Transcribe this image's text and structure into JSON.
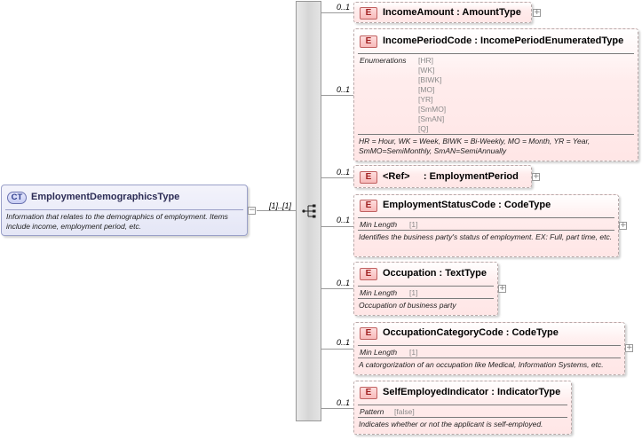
{
  "complex_type": {
    "badge": "CT",
    "name": "EmploymentDemographicsType",
    "description": "Information that relates to the demographics of employment. Items include income, employment period, etc.",
    "collapse_symbol": "−"
  },
  "sequence": {
    "cardinality": "[1]..[1]",
    "icon": "sequence-icon"
  },
  "colors": {
    "element_fill": "#ffe6e6",
    "element_badge": "#f7b9b9",
    "ct_fill": "#e4e6f6",
    "connector": "#9a9a9a"
  },
  "elements": [
    {
      "cardinality": "0..1",
      "badge": "E",
      "title": "IncomeAmount : AmountType",
      "expand": "+"
    },
    {
      "cardinality": "0..1",
      "badge": "E",
      "title": "IncomePeriodCode : IncomePeriodEnumeratedType",
      "enum_label": "Enumerations",
      "enum_values": [
        "[HR]",
        "[WK]",
        "[BIWK]",
        "[MO]",
        "[YR]",
        "[SmMO]",
        "[SmAN]",
        "[Q]"
      ],
      "description": "HR = Hour, WK = Week, BIWK = Bi-Weekly, MO = Month, YR = Year, SmMO=SemiMonthly, SmAN=SemiAnnually"
    },
    {
      "cardinality": "0..1",
      "badge": "E",
      "title": "<Ref>     : EmploymentPeriod",
      "expand": "+"
    },
    {
      "cardinality": "0..1",
      "badge": "E",
      "title": "EmploymentStatusCode : CodeType",
      "facet_label": "Min Length",
      "facet_value": "[1]",
      "description": "Identifies the business party's status of employment. EX: Full, part time, etc.",
      "expand": "+"
    },
    {
      "cardinality": "0..1",
      "badge": "E",
      "title": "Occupation : TextType",
      "facet_label": "Min Length",
      "facet_value": "[1]",
      "description": "Occupation of business party",
      "expand": "+"
    },
    {
      "cardinality": "0..1",
      "badge": "E",
      "title": "OccupationCategoryCode : CodeType",
      "facet_label": "Min Length",
      "facet_value": "[1]",
      "description": "A catorgorization of an occupation like Medical, Information Systems, etc.",
      "expand": "+"
    },
    {
      "cardinality": "0..1",
      "badge": "E",
      "title": "SelfEmployedIndicator : IndicatorType",
      "facet_label": "Pattern",
      "facet_value": "[false]",
      "description": "Indicates whether or not the applicant is self-employed."
    }
  ]
}
